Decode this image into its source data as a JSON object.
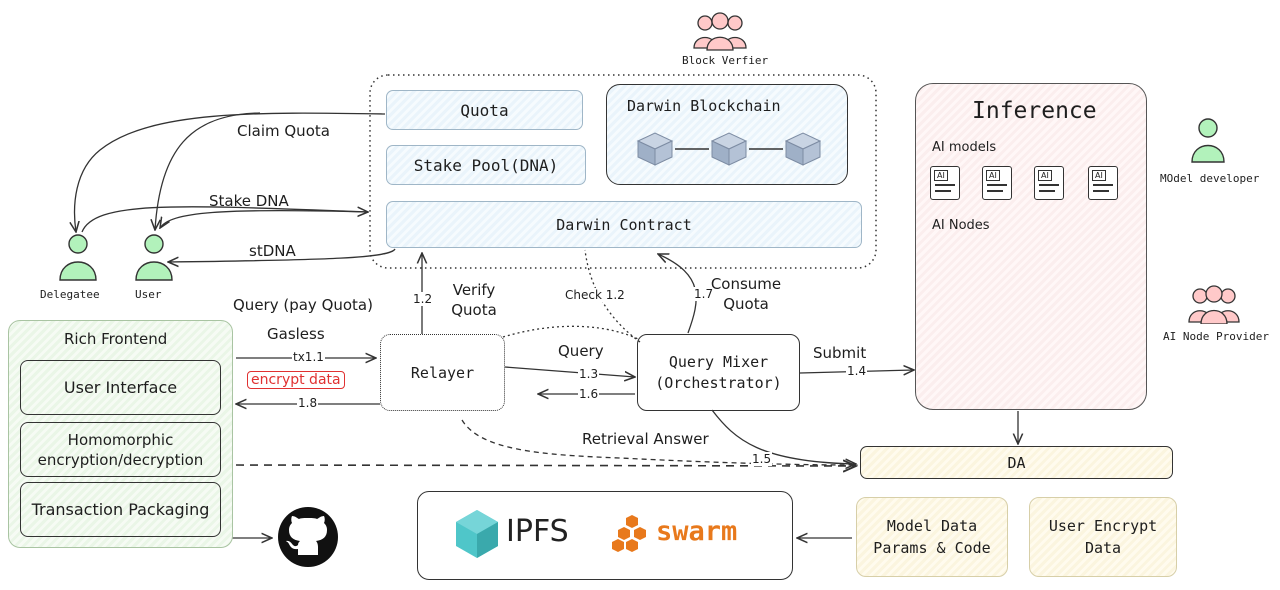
{
  "block_verifier": {
    "label": "Block Verfier"
  },
  "contracts": {
    "quota": "Quota",
    "stake_pool": "Stake Pool(DNA)",
    "blockchain": "Darwin Blockchain",
    "contract": "Darwin Contract"
  },
  "inference": {
    "title": "Inference",
    "models_label": "AI models",
    "nodes_label": "AI Nodes",
    "model_icon_text": "AI"
  },
  "actors": {
    "model_developer": "MOdel developer",
    "node_provider": "AI Node Provider",
    "delegatee": "Delegatee",
    "user": "User"
  },
  "frontend": {
    "title": "Rich Frontend",
    "ui": "User Interface",
    "he": "Homomorphic encryption/decryption",
    "tx": "Transaction Packaging"
  },
  "relayer": "Relayer",
  "mixer": "Query Mixer (Orchestrator)",
  "da": "DA",
  "storage": {
    "ipfs": "IPFS",
    "swarm": "swarm"
  },
  "model_data": "Model Data Params & Code",
  "user_data": "User Encrypt Data",
  "edges": {
    "claim_quota": "Claim Quota",
    "stake_dna": "Stake DNA",
    "stdna": "stDNA",
    "query_pay": "Query (pay Quota)",
    "gasless": "Gasless",
    "tx11": "tx1.1",
    "encrypt": "encrypt data",
    "e18": "1.8",
    "e12": "1.2",
    "verify_quota": "Verify Quota",
    "check12": "Check 1.2",
    "e17": "1.7",
    "consume_quota": "Consume Quota",
    "query": "Query",
    "e13": "1.3",
    "e16": "1.6",
    "submit": "Submit",
    "e14": "1.4",
    "retrieval": "Retrieval Answer",
    "e15": "1.5"
  },
  "colors": {
    "user_green": "#b2f2bb",
    "provider_pink": "#ffc9c9",
    "encrypt_red": "#e03131",
    "swarm_orange": "#e8791c",
    "ipfs_teal": "#4fc6c9",
    "edge_purple": "#6a6ab5"
  }
}
